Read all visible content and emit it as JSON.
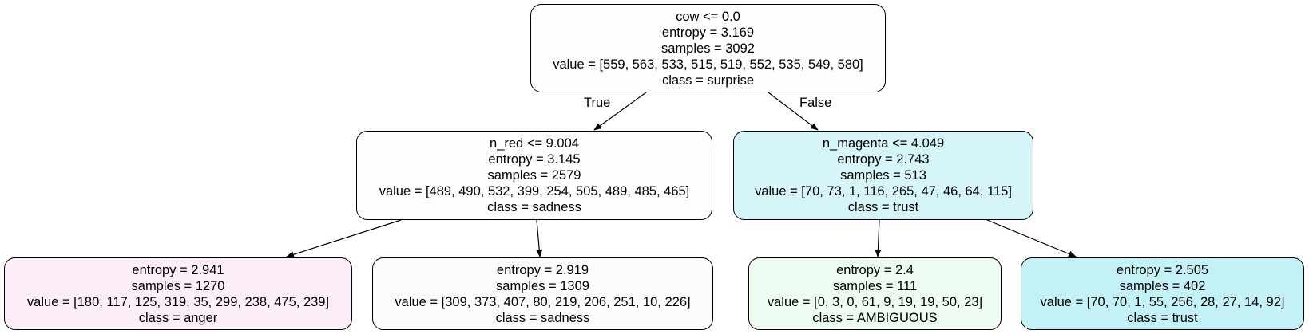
{
  "nodes": [
    {
      "id": "n0",
      "color": "#fefefe",
      "lines": [
        "cow <= 0.0",
        "entropy = 3.169",
        "samples = 3092",
        "value = [559, 563, 533, 515, 519, 552, 535, 549, 580]",
        "class = surprise"
      ]
    },
    {
      "id": "n1",
      "color": "#fefefe",
      "lines": [
        "n_red <= 9.004",
        "entropy = 3.145",
        "samples = 2579",
        "value = [489, 490, 532, 399, 254, 505, 489, 485, 465]",
        "class = sadness"
      ]
    },
    {
      "id": "n2",
      "color": "#d5f5f8",
      "lines": [
        "n_magenta <= 4.049",
        "entropy = 2.743",
        "samples = 513",
        "value = [70, 73, 1, 116, 265, 47, 46, 64, 115]",
        "class = trust"
      ]
    },
    {
      "id": "n3",
      "color": "#fbeef8",
      "lines": [
        "entropy = 2.941",
        "samples = 1270",
        "value = [180, 117, 125, 319, 35, 299, 238, 475, 239]",
        "class = anger"
      ]
    },
    {
      "id": "n4",
      "color": "#f9fcf9",
      "lines": [
        "entropy = 2.919",
        "samples = 1309",
        "value = [309, 373, 407, 80, 219, 206, 251, 10, 226]",
        "class = sadness"
      ]
    },
    {
      "id": "n5",
      "color": "#edfbf1",
      "lines": [
        "entropy = 2.4",
        "samples = 111",
        "value = [0, 3, 0, 61, 9, 19, 19, 50, 23]",
        "class = AMBIGUOUS"
      ]
    },
    {
      "id": "n6",
      "color": "#c3f1f6",
      "lines": [
        "entropy = 2.505",
        "samples = 402",
        "value = [70, 70, 1, 55, 256, 28, 27, 14, 92]",
        "class = trust"
      ]
    }
  ],
  "edges": [
    {
      "from": "n0",
      "to": "n1"
    },
    {
      "from": "n0",
      "to": "n2"
    },
    {
      "from": "n1",
      "to": "n3"
    },
    {
      "from": "n1",
      "to": "n4"
    },
    {
      "from": "n2",
      "to": "n5"
    },
    {
      "from": "n2",
      "to": "n6"
    }
  ],
  "edge_labels": {
    "true": "True",
    "false": "False"
  }
}
